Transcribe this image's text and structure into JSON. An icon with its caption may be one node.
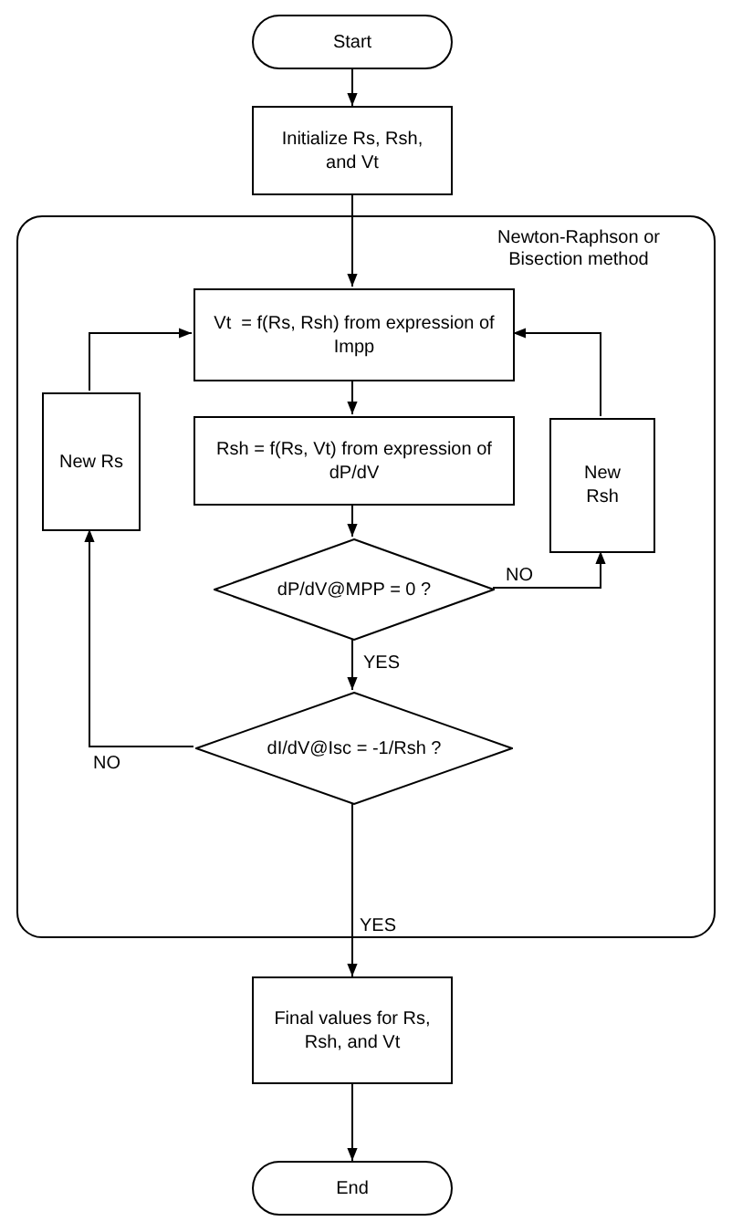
{
  "diagram": {
    "nodes": [
      {
        "text": [
          "Start"
        ]
      },
      {
        "text": [
          "Initialize Rs, Rsh, and Vt"
        ]
      },
      {
        "text": [
          "Newton-Raphson or Bisection method"
        ]
      },
      {
        "text": [
          "Vt  = f(Rs, Rsh) from expression of Impp"
        ],
        "in": 2
      },
      {
        "text": [
          "New Rs"
        ],
        "in": 2
      },
      {
        "text": [
          "Rsh = f(Rs, Vt) from expression of dP/dV"
        ],
        "in": 2
      },
      {
        "text": [
          "New Rsh"
        ],
        "in": 2
      },
      {
        "text": [
          "dP/dV@MPP = 0 ?"
        ],
        "in": 2
      },
      {
        "text": [
          "dI/dV@Isc = -1/Rsh ?"
        ],
        "in": 2
      },
      {
        "text": [
          "Final values for Rs, Rsh, and Vt"
        ]
      },
      {
        "text": [
          "End"
        ]
      }
    ],
    "edges": [
      {
        "from": 0,
        "to": 1,
        "arrow": "to"
      },
      {
        "from": 1,
        "to": 3,
        "arrow": "to"
      },
      {
        "from": 3,
        "to": 5,
        "arrow": "to"
      },
      {
        "from": 5,
        "to": 7,
        "arrow": "to"
      },
      {
        "from": 7,
        "to": 6,
        "arrow": "to",
        "label": "NO"
      },
      {
        "from": 6,
        "to": 3,
        "arrow": "to"
      },
      {
        "from": 7,
        "to": 8,
        "arrow": "to",
        "label": "YES"
      },
      {
        "from": 8,
        "to": 4,
        "arrow": "to",
        "label": "NO"
      },
      {
        "from": 4,
        "to": 3,
        "arrow": "to"
      },
      {
        "from": 8,
        "to": 9,
        "arrow": "to",
        "label": "YES"
      },
      {
        "from": 9,
        "to": 10,
        "arrow": "to"
      }
    ]
  }
}
